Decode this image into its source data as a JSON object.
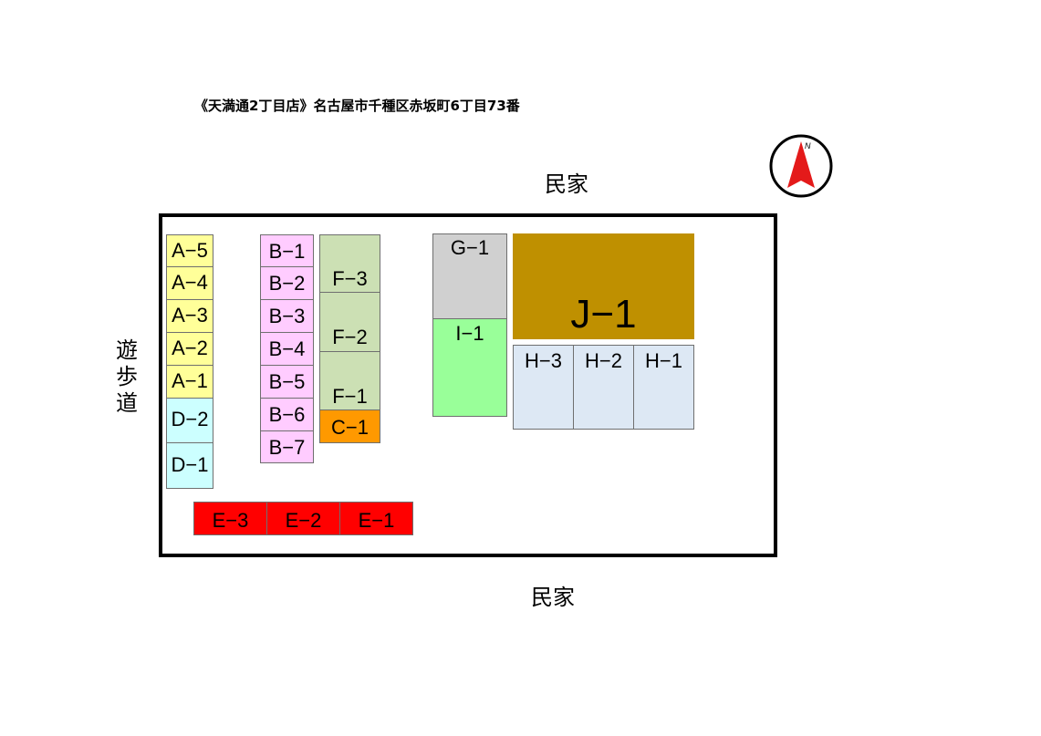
{
  "title": "《天満通2丁目店》名古屋市千種区赤坂町6丁目73番",
  "labels": {
    "neighbor_top": "民家",
    "neighbor_bottom": "民家",
    "walkway": [
      "遊",
      "歩",
      "道"
    ]
  },
  "compass": {
    "north_label": "N"
  },
  "stalls": {
    "a5": "A−5",
    "a4": "A−4",
    "a3": "A−3",
    "a2": "A−2",
    "a1": "A−1",
    "d2": "D−2",
    "d1": "D−1",
    "b1": "B−1",
    "b2": "B−2",
    "b3": "B−3",
    "b4": "B−4",
    "b5": "B−5",
    "b6": "B−6",
    "b7": "B−7",
    "f3": "F−3",
    "f2": "F−2",
    "f1": "F−1",
    "c1": "C−1",
    "g1": "G−1",
    "i1": "I−1",
    "j1": "J−1",
    "h3": "H−3",
    "h2": "H−2",
    "h1": "H−1",
    "e3": "E−3",
    "e2": "E−2",
    "e1": "E−1"
  },
  "colors": {
    "A": "#ffff99",
    "D": "#ccffff",
    "B": "#ffccff",
    "F": "#cce0b4",
    "C": "#ff9900",
    "G": "#d0d0d0",
    "I": "#99ff99",
    "J": "#bf9000",
    "H": "#dde8f4",
    "E": "#ff0000",
    "compass_arrow": "#e41a1a"
  }
}
